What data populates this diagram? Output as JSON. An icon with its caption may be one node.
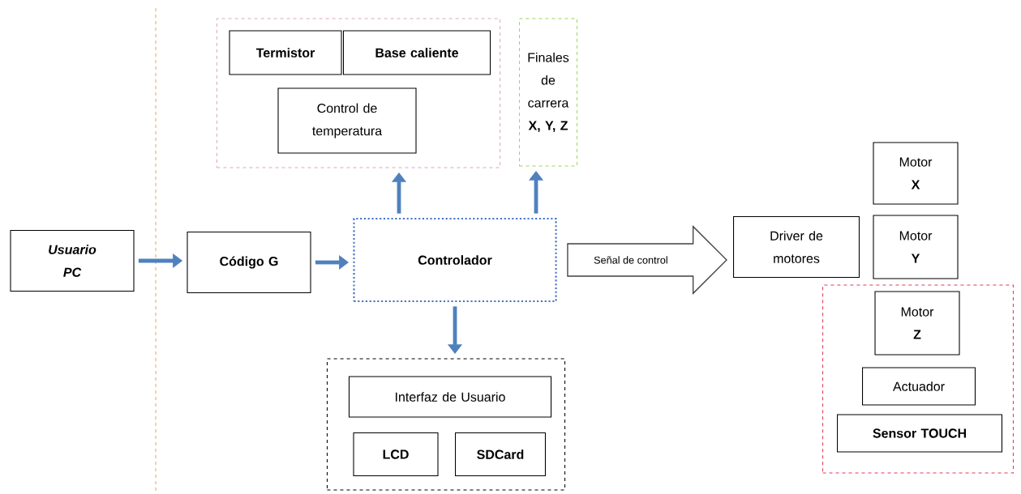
{
  "diagram": {
    "nodes": [
      {
        "text": [
          "Usuario PC"
        ]
      },
      {
        "text": [
          "Código G"
        ]
      },
      {
        "text": [],
        "shape": "box"
      },
      {
        "text": [
          "Termistor"
        ],
        "in": 2
      },
      {
        "text": [
          "Base caliente"
        ],
        "in": 2
      },
      {
        "text": [
          "Control de temperatura"
        ],
        "in": 2
      },
      {
        "text": [
          "Finales de carrera",
          "X, Y, Z"
        ]
      },
      {
        "text": [
          "Controlador"
        ]
      },
      {
        "text": [],
        "shape": "box"
      },
      {
        "text": [
          "Interfaz de Usuario"
        ],
        "in": 8
      },
      {
        "text": [
          "LCD"
        ],
        "in": 8
      },
      {
        "text": [
          "SDCard"
        ],
        "in": 8
      },
      {
        "text": [
          "Driver de motores"
        ]
      },
      {
        "text": [
          "Motor",
          "X"
        ]
      },
      {
        "text": [
          "Motor",
          "Y"
        ]
      },
      {
        "text": [],
        "shape": "box"
      },
      {
        "text": [
          "Motor",
          "Z"
        ],
        "in": 15
      },
      {
        "text": [
          "Actuador"
        ],
        "in": 15
      },
      {
        "text": [
          "Sensor TOUCH"
        ],
        "in": 15
      }
    ],
    "edges": [
      {
        "from": 0,
        "to": 1,
        "arrow": "to"
      },
      {
        "from": 1,
        "to": 7,
        "arrow": "to"
      },
      {
        "from": 7,
        "to": 2,
        "arrow": "to"
      },
      {
        "from": 7,
        "to": 6,
        "arrow": "to"
      },
      {
        "from": 7,
        "to": 8,
        "arrow": "to"
      },
      {
        "from": 7,
        "to": 12,
        "arrow": "to",
        "label": "Señal de control",
        "color": "#404040"
      }
    ]
  }
}
